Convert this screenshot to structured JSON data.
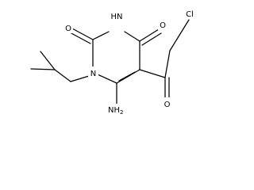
{
  "molecule": {
    "atom_labels": {
      "nh_ring": "HN",
      "o_top": "O",
      "o_right": "O",
      "n_ring": "N",
      "cl": "Cl",
      "o_ketone": "O",
      "nh2": "NH2"
    },
    "nh2_parts": {
      "base": "NH",
      "subscript": "2"
    }
  }
}
